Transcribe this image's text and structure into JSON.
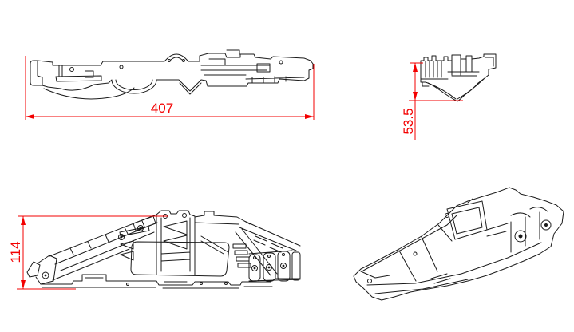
{
  "drawing": {
    "background_color": "#ffffff",
    "line_color": "#1b1b1b",
    "dimension_color": "#f30000",
    "dimensions": {
      "length": "407",
      "height_front": "53.5",
      "height_side": "114"
    }
  }
}
